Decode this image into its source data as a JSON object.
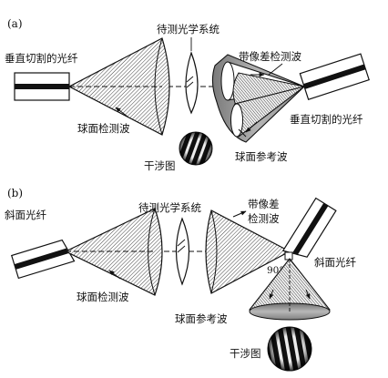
{
  "panels": [
    {
      "tag": "(a)",
      "labels": {
        "optics_under_test": "待测光学系统",
        "aberrated_wave": "带像差检测波",
        "fiber_left": "垂直切割的光纤",
        "fiber_right": "垂直切割的光纤",
        "spherical_test_wave": "球面检测波",
        "spherical_reference_wave": "球面参考波",
        "interferogram": "干涉图"
      }
    },
    {
      "tag": "(b)",
      "labels": {
        "optics_under_test": "待测光学系统",
        "aberrated_wave_line1": "带像差",
        "aberrated_wave_line2": "检测波",
        "fiber_left": "斜面光纤",
        "fiber_right": "斜面光纤",
        "angle": "90°",
        "spherical_test_wave": "球面检测波",
        "spherical_reference_wave": "球面参考波",
        "interferogram": "干涉图"
      }
    }
  ]
}
